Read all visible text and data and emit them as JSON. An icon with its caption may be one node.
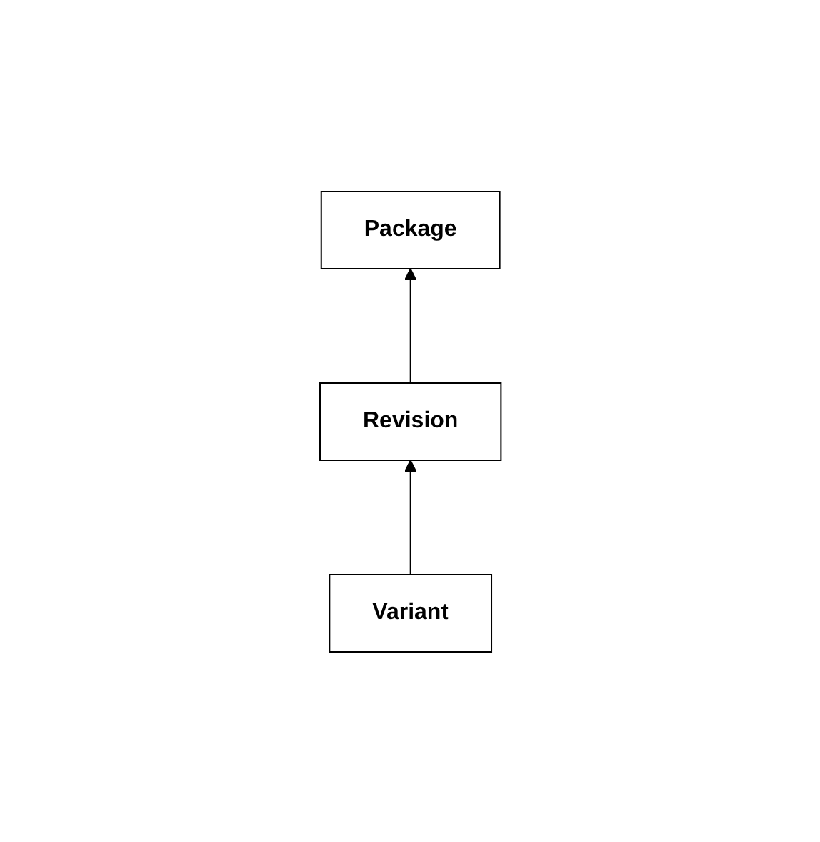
{
  "diagram": {
    "nodes": [
      {
        "text": [
          "Package"
        ]
      },
      {
        "text": [
          "Revision"
        ]
      },
      {
        "text": [
          "Variant"
        ]
      }
    ],
    "edges": [
      {
        "from": 1,
        "to": 0,
        "arrow": "to"
      },
      {
        "from": 2,
        "to": 1,
        "arrow": "to"
      }
    ]
  }
}
